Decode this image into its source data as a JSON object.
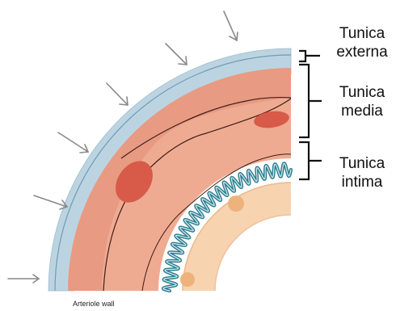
{
  "labels": {
    "externa": {
      "line1": "Tunica",
      "line2": "externa"
    },
    "media": {
      "line1": "Tunica",
      "line2": "media"
    },
    "intima": {
      "line1": "Tunica",
      "line2": "intima"
    }
  },
  "caption": "Arteriole wall",
  "colors": {
    "externa": "#bcd4e2",
    "externa_edge": "#5c8aa3",
    "media": "#e89a82",
    "media_inner": "#efab92",
    "nucleus": "#d85a48",
    "intima_wave": "#2f7f92",
    "inner_band": "#f8d3b0",
    "lumen_dot": "#eeb27c",
    "arrow": "#8a8a8a",
    "bracket": "#111111"
  }
}
